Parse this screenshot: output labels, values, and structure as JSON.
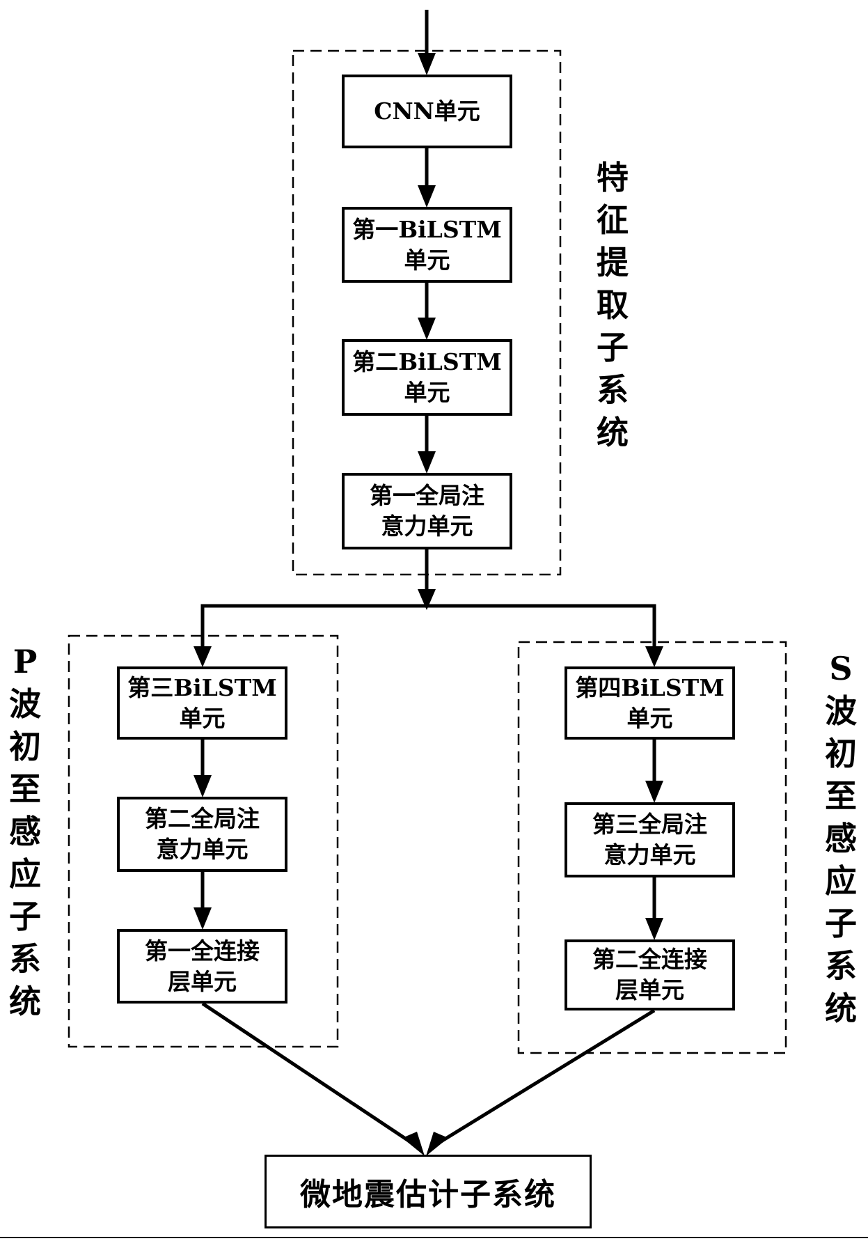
{
  "feature_extraction": {
    "label": "特征提取子系统",
    "units": [
      {
        "lines": [
          "CNN单元"
        ]
      },
      {
        "lines": [
          "第一BiLSTM",
          "单元"
        ]
      },
      {
        "lines": [
          "第二BiLSTM",
          "单元"
        ]
      },
      {
        "lines": [
          "第一全局注",
          "意力单元"
        ]
      }
    ]
  },
  "p_wave": {
    "label": "P波初至感应子系统",
    "units": [
      {
        "lines": [
          "第三BiLSTM",
          "单元"
        ]
      },
      {
        "lines": [
          "第二全局注",
          "意力单元"
        ]
      },
      {
        "lines": [
          "第一全连接",
          "层单元"
        ]
      }
    ]
  },
  "s_wave": {
    "label": "S波初至感应子系统",
    "units": [
      {
        "lines": [
          "第四BiLSTM",
          "单元"
        ]
      },
      {
        "lines": [
          "第三全局注",
          "意力单元"
        ]
      },
      {
        "lines": [
          "第二全连接",
          "层单元"
        ]
      }
    ]
  },
  "output": {
    "label": "微地震估计子系统"
  }
}
